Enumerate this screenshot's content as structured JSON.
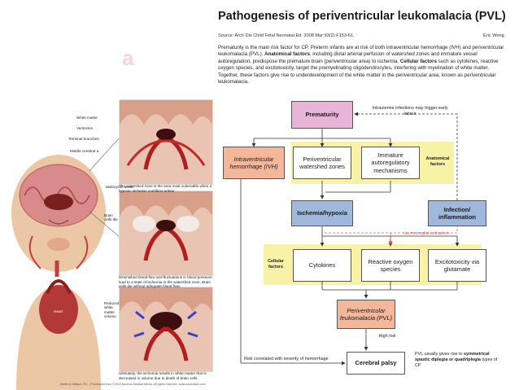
{
  "title": "Pathogenesis of periventricular leukomalacia (PVL)",
  "source": "Source: Arch Dis Child Fetal Neonatal Ed. 2008 Mar;93(2):F153-61.",
  "author": "Eric Wong",
  "paragraph": {
    "p1": "Prematurity is the main risk factor for CP. Preterm infants are at risk of both intraventricular hemorrhage (IVH) and periventricular leukomalacia (PVL). ",
    "anatomical_label": "Anatomical factors",
    "p2": ", including distal arterial perfusion of watershed zones and immature vessel autoregulation, predispose the premature brain (periventricular area) to ischemia. ",
    "cellular_label": "Cellular factors",
    "p3": " such as cytokines, reactive oxygen species, and excitotoxicity, target the premyelinating oligodendrocytes, interfering with myelination of white matter. Together, these factors give rise to underdevelopment of the white matter in the periventricular area, known as periventricular leukomalacia."
  },
  "overlay_letter": "a",
  "left": {
    "labels": [
      "White matter",
      "Ventricles",
      "Terminal branches",
      "Middle cerebral a."
    ],
    "multicystic": "Multicystic areas",
    "brain_cells": "Brain cells die",
    "reduced": "Reduced white matter volume",
    "heart": "Heart",
    "cap1": "The watershed zone is the area most vulnerable when a hypoxic ischemic condition arises.",
    "cap2": "Diminished blood flow and fluctuations in blood pressure lead to a state of ischemia in the watershed zone. Brain cells die without adequate blood flow.",
    "cap3": "Ultimately, the ischemia results in white matter that is decreased in volume due to death of brain cells.",
    "credit": "Netter & Watson, P.C. | Purchased from ©2016 Nucleus Medical Media, All rights reserved. www.nucleusinc.com"
  },
  "diagram": {
    "prematurity": "Prematurity",
    "infection_note": "Intrauterine infections may trigger early labour",
    "ivh": "Intraventricular hemorrhage (IVH)",
    "watershed": "Periventricular watershed zones",
    "immature": "Immature autoregulatory mechanisms",
    "anatomical": "Anatomical factors",
    "ischemia": "Ischemia/hypoxia",
    "infection": "Infection/ inflammation",
    "microglial": "via microglial activation",
    "cellular": "Cellular factors",
    "cytokines": "Cytokines",
    "ros": "Reactive oxygen species",
    "excito": "Excitotoxicity via glutamate",
    "pvl": "Periventricular leukomalacia (PVL)",
    "high_risk": "High risk",
    "risk_correlated": "Risk correlated with severity of hemorrhage",
    "cp": "Cerebral palsy",
    "pvl_note_1": "PVL usually gives rise to ",
    "pvl_note_2": "symmetrical spastic diplegia or quadriplegia",
    "pvl_note_3": " types of CP"
  },
  "colors": {
    "pink": "#e8b4d8",
    "yellow": "#f7f2a6",
    "blue": "#9fb8db",
    "salmon": "#f4b79a",
    "red_dashed": "#e06060"
  }
}
